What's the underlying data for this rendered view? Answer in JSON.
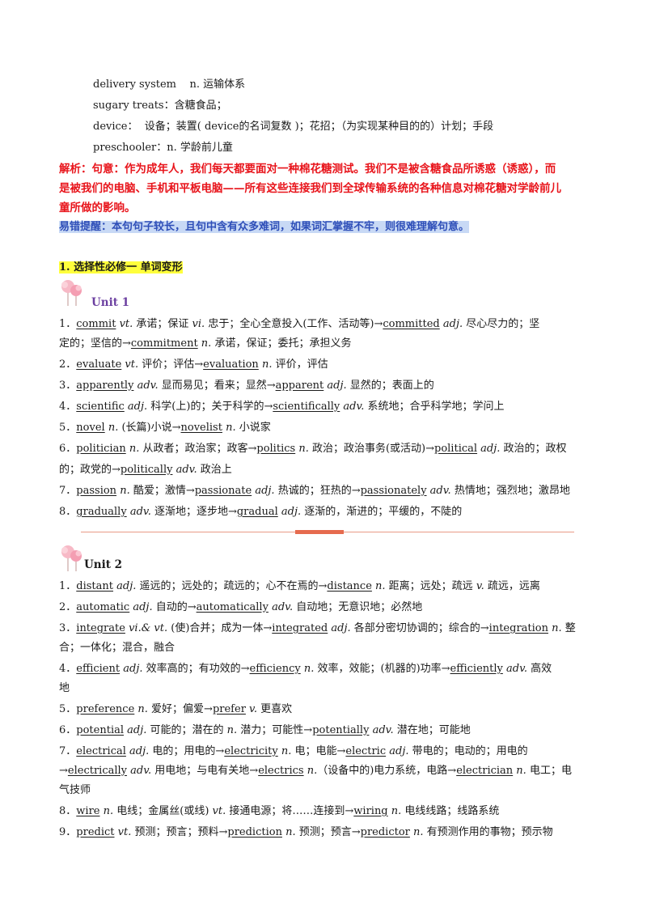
{
  "vocab": [
    {
      "term": "delivery system",
      "def": "n.  运输体系"
    },
    {
      "term": "sugary treats：",
      "def": "含糖食品；"
    },
    {
      "term": "device：",
      "def": "设备；装置( device的名词复数 )；花招；（为实现某种目的的）计划；手段"
    },
    {
      "term": "preschooler：",
      "def": "n.  学龄前儿童"
    }
  ],
  "analysis": {
    "label": "解析：句意：",
    "line1": "作为成年人，我们每天都要面对一种棉花糖测试。我们不是被含糖食品所诱惑（诱惑），而",
    "line2": "是被我们的电脑、手机和平板电脑——所有这些连接我们到全球传输系统的各种信息对棉花糖对学龄前儿",
    "line3": "童所做的影响。"
  },
  "tip": "易错提醒：本句句子较长，且句中含有众多难词，如果词汇掌握不牢，则很难理解句意。",
  "section_title": "1. 选择性必修一   单词变形",
  "unit1": {
    "title": "Unit  1",
    "items": [
      {
        "n": "1．",
        "w1": "commit",
        "p1": " vt.",
        "d1": "  承诺；保证   ",
        "p2": "vi.",
        "d2": "  忠于；全心全意投入(工作、活动等)→",
        "w2": "committed",
        "p3": " adj.",
        "d3": " 尽心尽力的；坚",
        "cont": "定的；坚信的→",
        "w3": "commitment",
        "p4": " n.",
        "d4": "  承诺，保证；委托；承担义务"
      },
      {
        "n": "2．",
        "w1": "evaluate",
        "p1": "  vt.",
        "d1": "   评价；评估→",
        "w2": "evaluation",
        "p2": " n.",
        "d2": "  评价，评估"
      },
      {
        "n": "3．",
        "w1": "apparently",
        "p1": "  adv.",
        "d1": "   显而易见；看来；显然→",
        "w2": "apparent",
        "p2": " adj.",
        "d2": "  显然的；表面上的"
      },
      {
        "n": "4．",
        "w1": "scientific",
        "p1": "  adj.",
        "d1": "  科学(上)的；关于科学的→",
        "w2": "scientifically",
        "p2": " adv.",
        "d2": "  系统地；合乎科学地；学问上"
      },
      {
        "n": "5．",
        "w1": "novel",
        "p1": " n.",
        "d1": " (长篇)小说→",
        "w2": "novelist",
        "p2": " n.",
        "d2": " 小说家"
      },
      {
        "n": "6．",
        "w1": "politician",
        "p1": " n.",
        "d1": " 从政者；政治家；政客→",
        "w2": "politics",
        "p2": " n.",
        "d2": " 政治；政治事务(或活动)→",
        "w3": "political",
        "p3": " adj.",
        "d3": " 政治的；政权",
        "cont": "的；政党的→",
        "w4": "politically",
        "p4": " adv.",
        "d4": " 政治上"
      },
      {
        "n": "7．",
        "w1": "passion",
        "p1": " n.",
        "d1": " 酷爱；激情→",
        "w2": "passionate",
        "p2": " adj.",
        "d2": "  热诚的；狂热的→",
        "w3": "passionately",
        "p3": " adv.",
        "d3": " 热情地；强烈地；激昂地"
      },
      {
        "n": "8．",
        "w1": "gradually",
        "p1": "    adv.",
        "d1": "    逐渐地；逐步地→",
        "w2": "gradual",
        "p2": " adj.",
        "d2": "  逐渐的，渐进的；平缓的，不陡的"
      }
    ]
  },
  "unit2": {
    "title": "Unit   2",
    "items": [
      {
        "n": "1．",
        "w1": "distant",
        "p1": " adj.",
        "d1": "  遥远的；远处的；疏远的；心不在焉的→",
        "w2": "distance",
        "p2": " n.",
        "d2": "  距离；远处；疏远    ",
        "p3": "v.",
        "d3": " 疏远，远离"
      },
      {
        "n": "2．",
        "w1": "automatic",
        "p1": " adj.",
        "d1": " 自动的→",
        "w2": "automatically",
        "p2": " adv.",
        "d2": " 自动地；无意识地；必然地"
      },
      {
        "n": "3．",
        "w1": "integrate",
        "p1": " vi.& vt.",
        "d1": " (使)合并；成为一体→",
        "w2": "integrated",
        "p2": "  adj.",
        "d2": " 各部分密切协调的；综合的→",
        "w3": "integration",
        "p3": " n.",
        "d3": "  整",
        "cont": "合；一体化；混合，融合"
      },
      {
        "n": "4．",
        "w1": "efficient",
        "p1": " adj.",
        "d1": "     效率高的；有功效的→",
        "w2": "efficiency",
        "p2": " n.",
        "d2": "   效率，效能；(机器的)功率→",
        "w3": "efficiently",
        "p3": " adv.",
        "d3": "   高效",
        "cont": "地"
      },
      {
        "n": "5．",
        "w1": "preference",
        "p1": " n.",
        "d1": "   爱好；偏爱→",
        "w2": "prefer",
        "p2": " v.",
        "d2": " 更喜欢"
      },
      {
        "n": "6．",
        "w1": "potential",
        "p1": " adj.",
        "d1": "    可能的；潜在的    ",
        "p2": "n.",
        "d2": " 潜力；可能性→",
        "w2": "potentially",
        "p3": " adv.",
        "d3": " 潜在地；可能地"
      },
      {
        "n": "7．",
        "w1": "electrical",
        "p1": " adj.",
        "d1": "  电的；用电的→",
        "w2": "electricity",
        "p2": " n.",
        "d2": "  电；电能→",
        "w3": "electric",
        "p3": " adj.",
        "d3": "  带电的；电动的；用电的",
        "cont": "→",
        "w4": "electrically",
        "p4": " adv.",
        "d4": " 用电地；与电有关地→",
        "w5": "electrics",
        "p5": " n.",
        "d5": "（设备中的)电力系统，电路→",
        "w6": "electrician",
        "p6": " n.",
        "d6": " 电工；电",
        "cont2": "气技师"
      },
      {
        "n": "8．",
        "w1": "wire",
        "p1": " n.",
        "d1": " 电线；金属丝(或线)    ",
        "p2": "vt.",
        "d2": " 接通电源；将……连接到→",
        "w2": "wiring",
        "p3": " n.",
        "d3": " 电线线路；线路系统"
      },
      {
        "n": "9．",
        "w1": "predict",
        "p1": " vt.",
        "d1": " 预测；预言；预料→",
        "w2": "prediction",
        "p2": " n.",
        "d2": " 预测；预言→",
        "w3": "predictor",
        "p3": " n.",
        "d3": " 有预测作用的事物；预示物"
      }
    ]
  }
}
